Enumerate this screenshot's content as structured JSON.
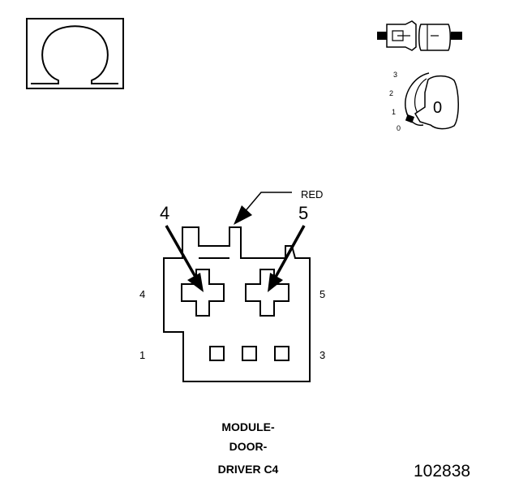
{
  "symbols": {
    "ohm_icon": "ohmmeter-symbol-icon",
    "connector_icon": "disconnect-connector-icon",
    "ignition_icon": "ignition-key-icon",
    "ignition_positions": [
      "3",
      "2",
      "1",
      "0"
    ],
    "ignition_key_label": "0"
  },
  "connector": {
    "color_label": "RED",
    "callouts": [
      "4",
      "5"
    ],
    "pin_labels": {
      "left_top": "4",
      "right_top": "5",
      "left_bottom": "1",
      "right_bottom": "3"
    },
    "caption_lines": [
      "MODULE-",
      "DOOR-",
      "DRIVER C4"
    ]
  },
  "figure_number": "102838",
  "colors": {
    "line": "#000000",
    "background": "#ffffff"
  }
}
